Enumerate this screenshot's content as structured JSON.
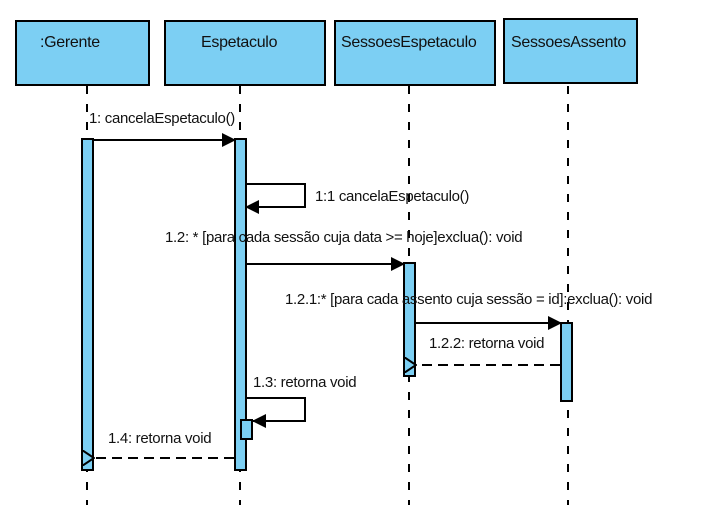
{
  "colors": {
    "box_fill": "#7ccff3",
    "stroke": "#000000",
    "background": "#ffffff"
  },
  "lifelines": [
    {
      "id": "gerente",
      "name": ":Gerente"
    },
    {
      "id": "espetaculo",
      "name": "Espetaculo"
    },
    {
      "id": "sessoes-espetaculo",
      "name": "SessoesEspetaculo"
    },
    {
      "id": "sessoes-assento",
      "name": "SessoesAssento"
    }
  ],
  "messages": [
    {
      "id": "m1",
      "label": "1: cancelaEspetaculo()",
      "from": ":Gerente",
      "to": "Espetaculo",
      "type": "sync"
    },
    {
      "id": "m1-1",
      "label": "1:1 cancelaEspetaculo()",
      "from": "Espetaculo",
      "to": "Espetaculo",
      "type": "self"
    },
    {
      "id": "m1-2",
      "label": "1.2: * [para cada sessão cuja data >= hoje]exclua(): void",
      "from": "Espetaculo",
      "to": "SessoesEspetaculo",
      "type": "sync"
    },
    {
      "id": "m1-2-1",
      "label": "1.2.1:* [para cada assento cuja sessão = id]:exclua(): void",
      "from": "SessoesEspetaculo",
      "to": "SessoesAssento",
      "type": "sync"
    },
    {
      "id": "m1-2-2",
      "label": "1.2.2: retorna void",
      "from": "SessoesAssento",
      "to": "SessoesEspetaculo",
      "type": "return"
    },
    {
      "id": "m1-3",
      "label": "1.3: retorna void",
      "from": "Espetaculo",
      "to": "Espetaculo",
      "type": "self"
    },
    {
      "id": "m1-4",
      "label": "1.4: retorna void",
      "from": "Espetaculo",
      "to": ":Gerente",
      "type": "return"
    }
  ]
}
